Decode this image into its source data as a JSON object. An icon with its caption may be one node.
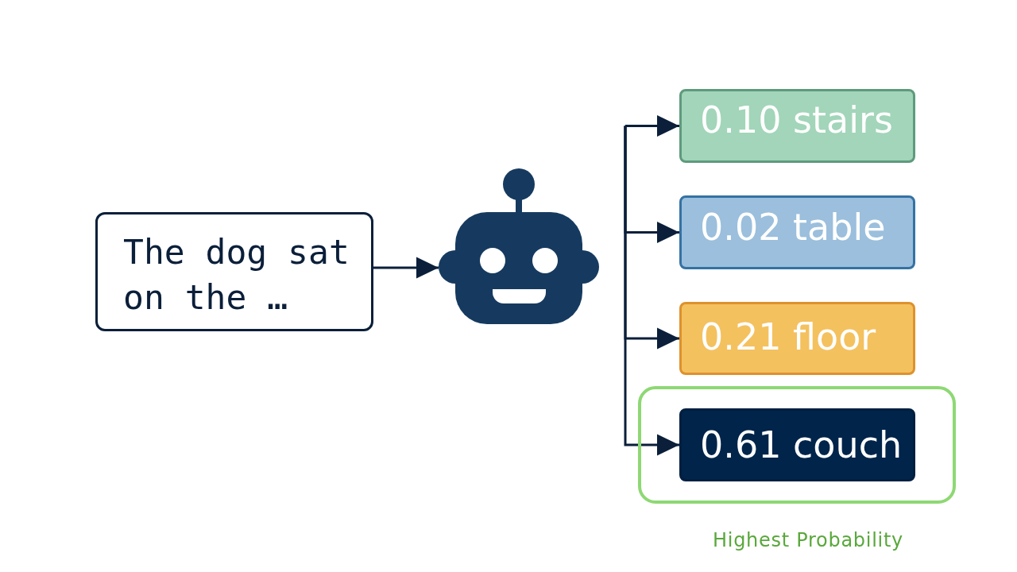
{
  "diagram": {
    "nodes": [
      {
        "text": [
          "The dog sat on the …"
        ]
      },
      {
        "text": [],
        "shape": "picture"
      },
      {
        "text": [
          "0.10 stairs"
        ]
      },
      {
        "text": [
          "0.02 table"
        ]
      },
      {
        "text": [
          "0.21 floor"
        ]
      },
      {
        "text": [
          "Highest Probability"
        ]
      },
      {
        "text": [
          "0.61 couch"
        ],
        "in": 5
      }
    ],
    "edges": [
      {
        "from": 0,
        "to": 1,
        "arrow": "to"
      },
      {
        "from": null,
        "to": 2,
        "arrow": "to"
      },
      {
        "from": null,
        "to": 3,
        "arrow": "to"
      },
      {
        "from": null,
        "to": 4,
        "arrow": "to"
      },
      {
        "from": null,
        "to": 6,
        "arrow": "to"
      }
    ]
  }
}
